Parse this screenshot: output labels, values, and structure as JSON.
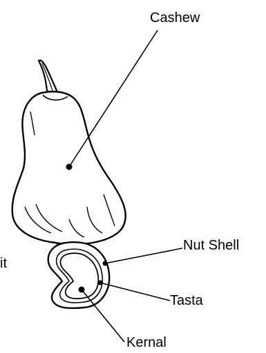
{
  "labels": {
    "cashew": "Cashew",
    "nut_shell": "Nut Shell",
    "tasta": "Tasta",
    "kernal": "Kernal",
    "fruit_partial": "it"
  }
}
